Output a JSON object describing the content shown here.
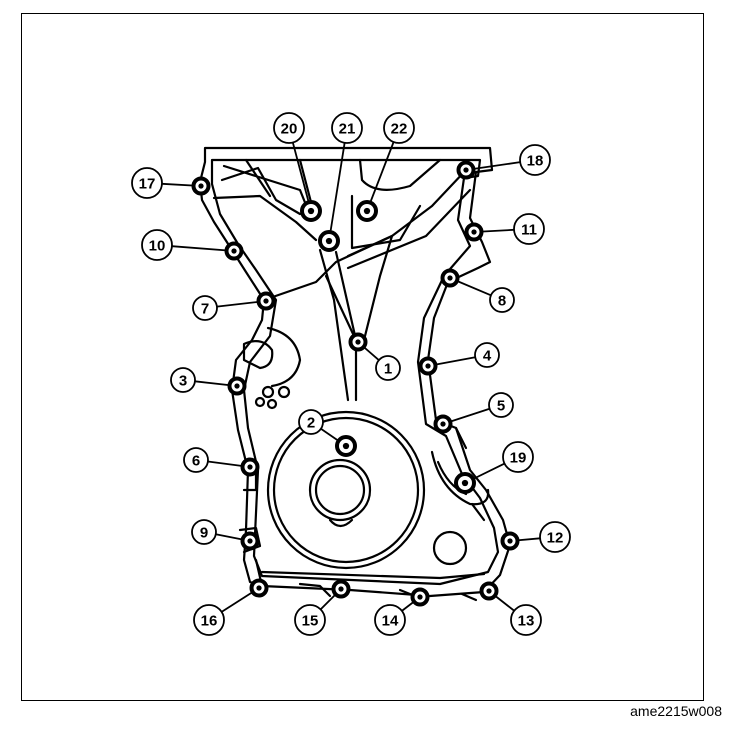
{
  "figure": {
    "caption": "ame2215w008",
    "colors": {
      "line": "#000000",
      "background": "#ffffff"
    }
  },
  "callouts": [
    {
      "number": "1"
    },
    {
      "number": "2"
    },
    {
      "number": "3"
    },
    {
      "number": "4"
    },
    {
      "number": "5"
    },
    {
      "number": "6"
    },
    {
      "number": "7"
    },
    {
      "number": "8"
    },
    {
      "number": "9"
    },
    {
      "number": "10"
    },
    {
      "number": "11"
    },
    {
      "number": "12"
    },
    {
      "number": "13"
    },
    {
      "number": "14"
    },
    {
      "number": "15"
    },
    {
      "number": "16"
    },
    {
      "number": "17"
    },
    {
      "number": "18"
    },
    {
      "number": "19"
    },
    {
      "number": "20"
    },
    {
      "number": "21"
    },
    {
      "number": "22"
    }
  ]
}
